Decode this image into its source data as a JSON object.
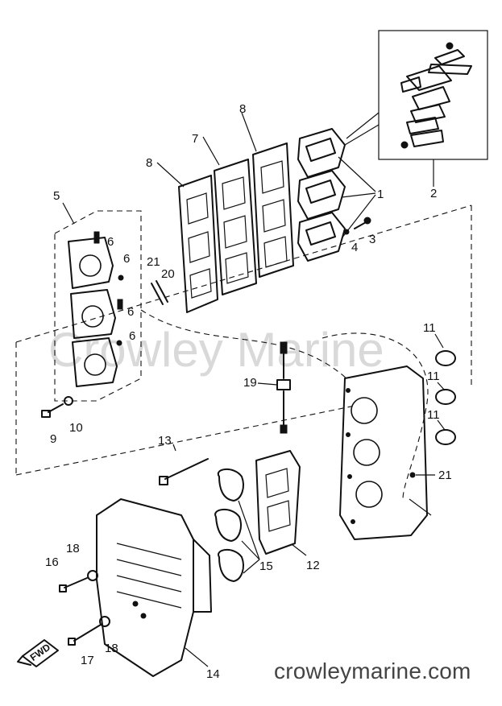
{
  "watermark": "Crowley Marine",
  "footer": "crowleymarine.com",
  "fwd_label": "FWD",
  "callouts": {
    "c1": "1",
    "c2": "2",
    "c3": "3",
    "c4": "4",
    "c5": "5",
    "c6a": "6",
    "c6b": "6",
    "c6c": "6",
    "c6d": "6",
    "c7": "7",
    "c8a": "8",
    "c8b": "8",
    "c9": "9",
    "c10": "10",
    "c11a": "11",
    "c11b": "11",
    "c11c": "11",
    "c12": "12",
    "c13": "13",
    "c14": "14",
    "c15": "15",
    "c16": "16",
    "c17": "17",
    "c18a": "18",
    "c18b": "18",
    "c19": "19",
    "c20": "20",
    "c21a": "21",
    "c21b": "21"
  }
}
